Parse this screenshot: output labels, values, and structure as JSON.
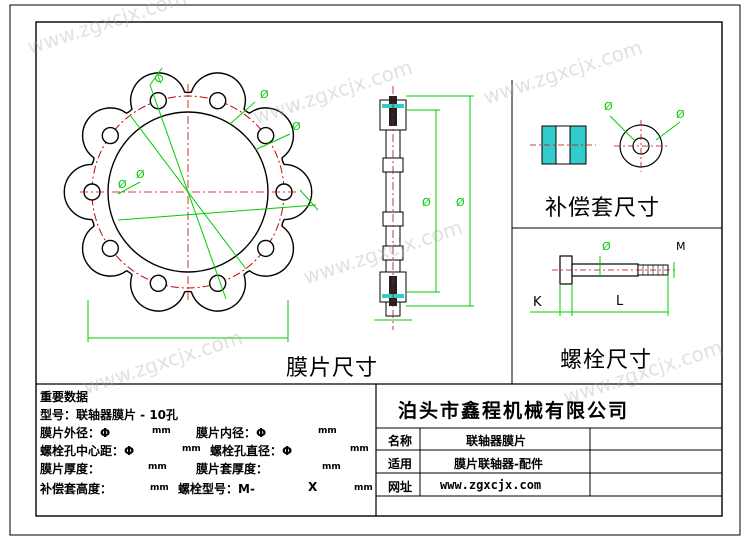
{
  "titles": {
    "diaphragm_size": "膜片尺寸",
    "sleeve_size": "补偿套尺寸",
    "bolt_size": "螺栓尺寸"
  },
  "dims": {
    "phi": "Ø",
    "k": "K",
    "l": "L",
    "m": "M"
  },
  "specs": {
    "heading": "重要数据",
    "model": "型号：联轴器膜片 - 10孔",
    "outer_dia": "膜片外径：Φ",
    "inner_dia": "膜片内径：Φ",
    "bolt_circle": "螺栓孔中心距：Φ",
    "bolt_hole_dia": "螺栓孔直径：Φ",
    "thickness": "膜片厚度：",
    "set_thickness": "膜片套厚度：",
    "sleeve_height": "补偿套高度：",
    "bolt_model": "螺栓型号：M-",
    "bolt_x": "X",
    "unit": "mm"
  },
  "title_block": {
    "company": "泊头市鑫程机械有限公司",
    "name_label": "名称",
    "name_value": "联轴器膜片",
    "use_label": "适用",
    "use_value": "膜片联轴器-配件",
    "web_label": "网址",
    "web_value": "www.zgxcjx.com"
  },
  "watermark": "www.zgxcjx.com",
  "colors": {
    "line": "#000000",
    "dim": "#00cc00",
    "center": "#cc0000",
    "section": "#33cccc"
  }
}
